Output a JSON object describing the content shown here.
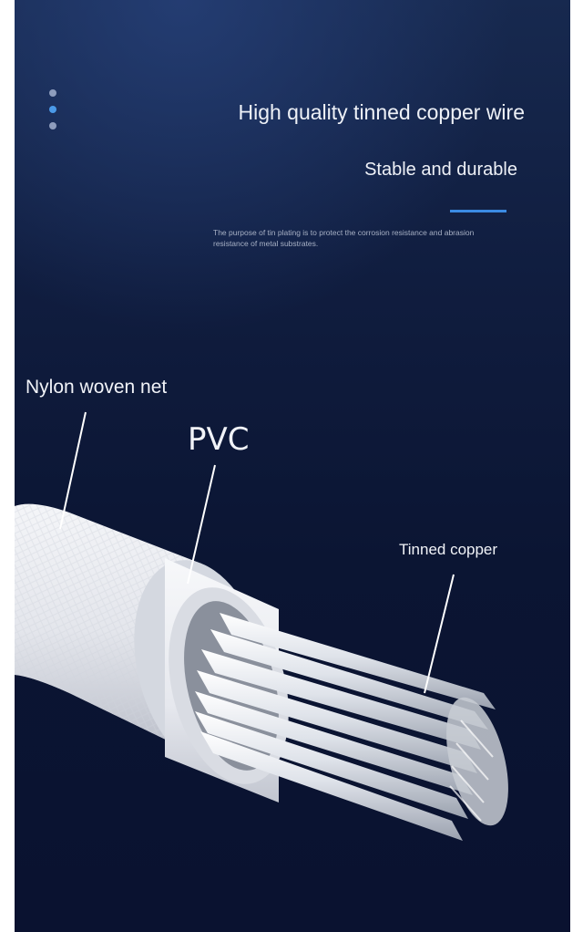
{
  "page": {
    "headline": "High quality tinned copper wire",
    "subheadline": "Stable and durable",
    "description": "The purpose of tin plating is to protect the corrosion resistance and abrasion resistance of metal substrates."
  },
  "callouts": {
    "nylon": "Nylon woven net",
    "pvc": "PVC",
    "copper": "Tinned copper"
  },
  "colors": {
    "background_top": "#17294f",
    "background_bottom": "#0a1230",
    "accent": "#3b8be3",
    "text": "#eef1f7"
  },
  "icons": {
    "page_indicator": "three-dots-icon",
    "cable": "cable-cross-section-icon"
  }
}
